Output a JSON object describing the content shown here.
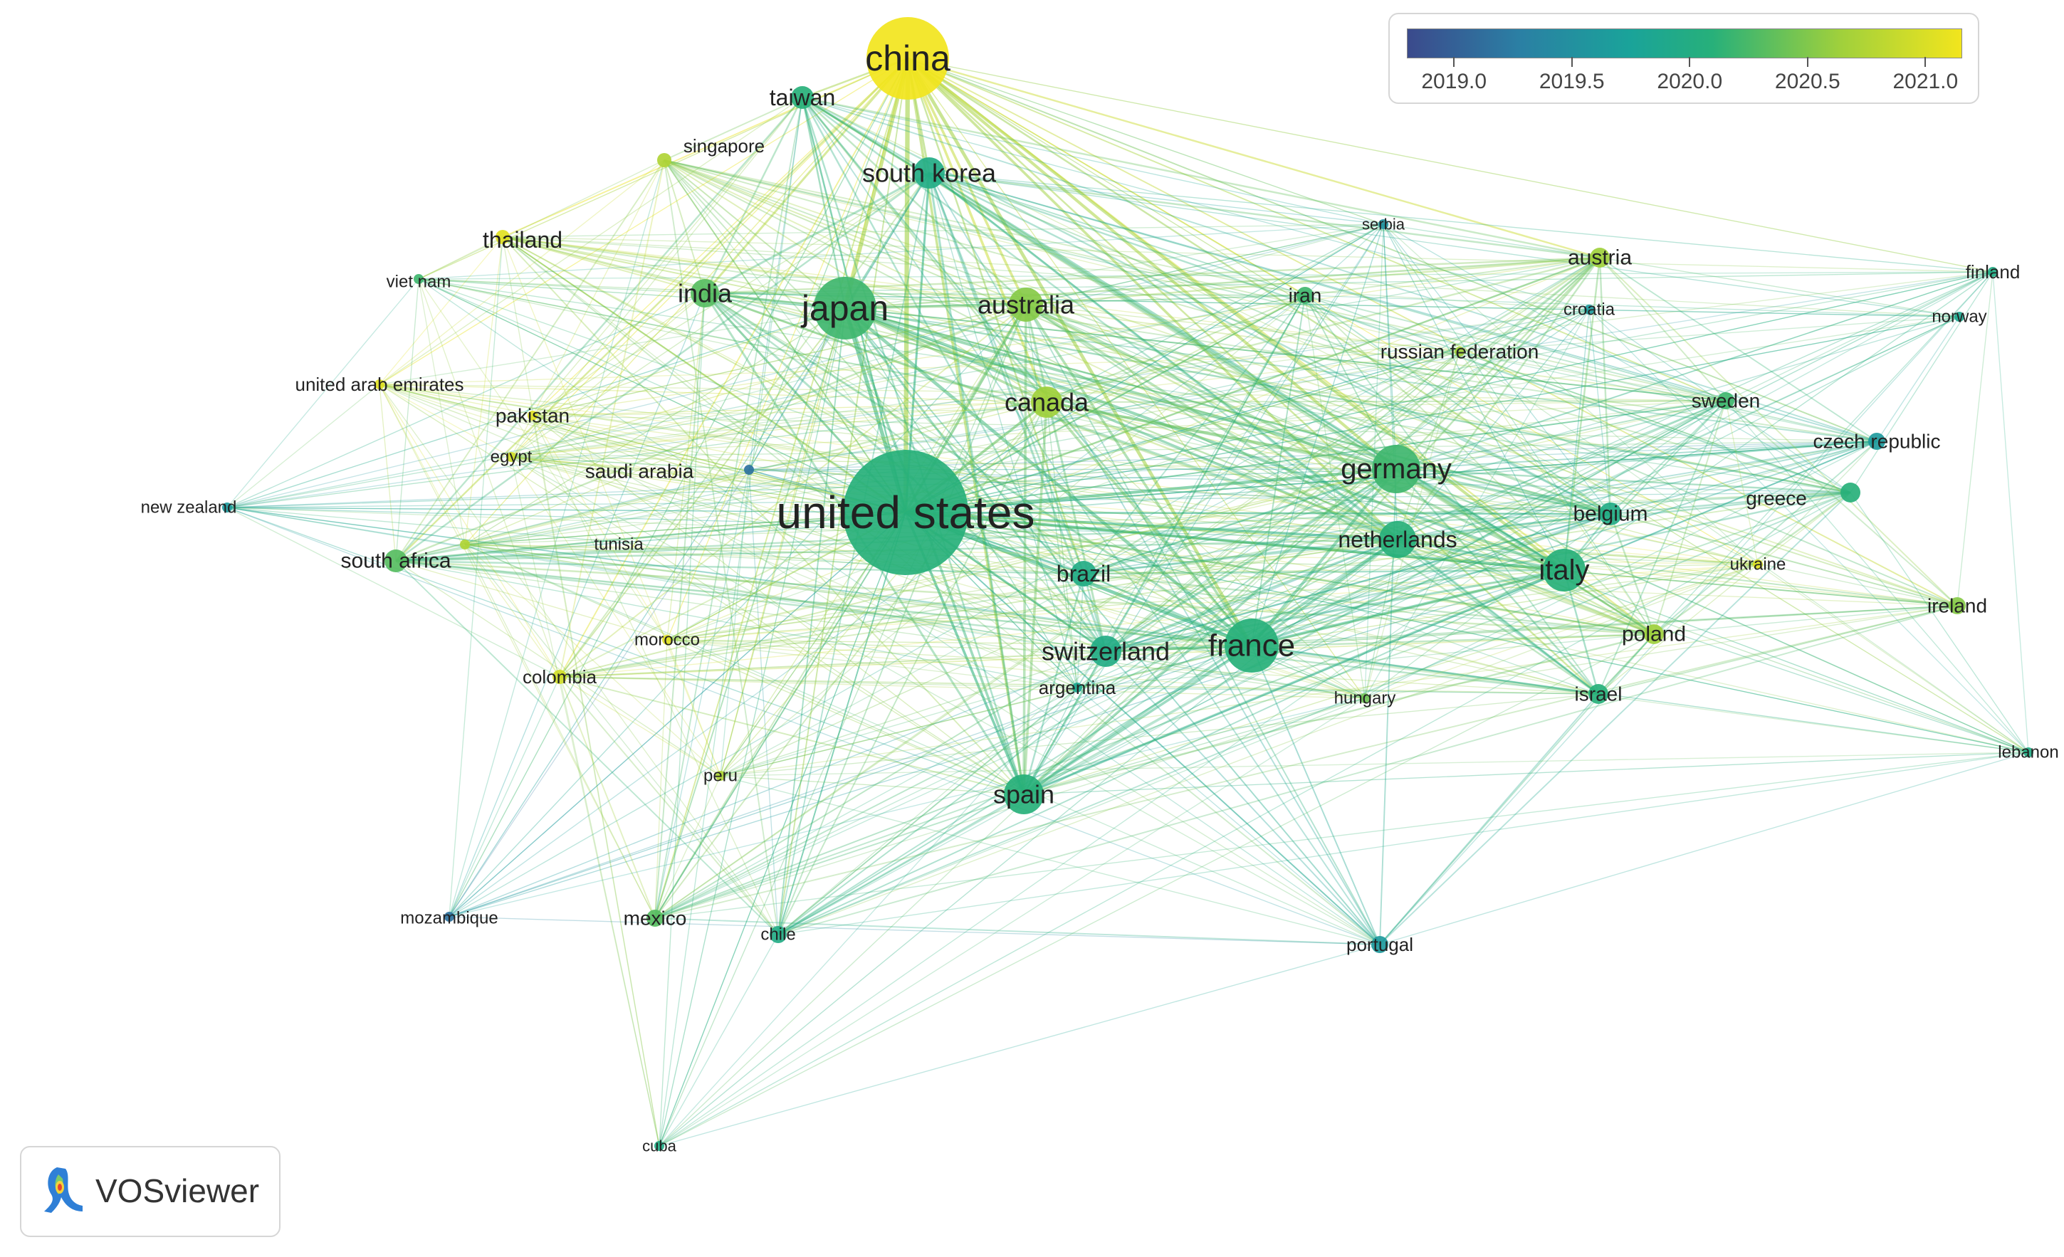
{
  "legend": {
    "ticks": [
      2019.0,
      2019.5,
      2020.0,
      2020.5,
      2021.0
    ],
    "tick_labels": [
      "2019.0",
      "2019.5",
      "2020.0",
      "2020.5",
      "2021.0"
    ],
    "range": [
      2018.8,
      2021.15
    ],
    "colors": [
      "#3b4a8c",
      "#2b7fa4",
      "#1aa39a",
      "#27b07a",
      "#9fd03c",
      "#f2e51d"
    ]
  },
  "brand": {
    "name": "VOSviewer"
  },
  "chart_data": {
    "type": "network",
    "color_metric": "average publication year",
    "nodes": [
      {
        "label": "china",
        "weight": 10,
        "year": 2021.0
      },
      {
        "label": "taiwan",
        "weight": 3,
        "year": 2020.0
      },
      {
        "label": "singapore",
        "weight": 2,
        "year": 2020.6
      },
      {
        "label": "south korea",
        "weight": 4,
        "year": 2019.9
      },
      {
        "label": "thailand",
        "weight": 2,
        "year": 2020.9
      },
      {
        "label": "viet nam",
        "weight": 1,
        "year": 2020.1
      },
      {
        "label": "india",
        "weight": 4,
        "year": 2020.2
      },
      {
        "label": "japan",
        "weight": 8,
        "year": 2020.1
      },
      {
        "label": "australia",
        "weight": 5,
        "year": 2020.4
      },
      {
        "label": "united arab emirates",
        "weight": 1,
        "year": 2020.9
      },
      {
        "label": "pakistan",
        "weight": 1,
        "year": 2020.9
      },
      {
        "label": "egypt",
        "weight": 1,
        "year": 2020.8
      },
      {
        "label": "saudi arabia",
        "weight": 1,
        "year": 2019.2
      },
      {
        "label": "new zealand",
        "weight": 1,
        "year": 2019.6
      },
      {
        "label": "united states",
        "weight": 16,
        "year": 2020.0
      },
      {
        "label": "south africa",
        "weight": 3,
        "year": 2020.2
      },
      {
        "label": "tunisia",
        "weight": 1,
        "year": 2020.6
      },
      {
        "label": "canada",
        "weight": 5,
        "year": 2020.5
      },
      {
        "label": "brazil",
        "weight": 3,
        "year": 2019.9
      },
      {
        "label": "morocco",
        "weight": 1,
        "year": 2020.9
      },
      {
        "label": "colombia",
        "weight": 2,
        "year": 2020.8
      },
      {
        "label": "switzerland",
        "weight": 4,
        "year": 2019.9
      },
      {
        "label": "argentina",
        "weight": 1,
        "year": 2019.8
      },
      {
        "label": "france",
        "weight": 7,
        "year": 2020.0
      },
      {
        "label": "peru",
        "weight": 1,
        "year": 2020.6
      },
      {
        "label": "spain",
        "weight": 5,
        "year": 2020.0
      },
      {
        "label": "mozambique",
        "weight": 1,
        "year": 2019.2
      },
      {
        "label": "mexico",
        "weight": 2,
        "year": 2020.2
      },
      {
        "label": "chile",
        "weight": 2,
        "year": 2019.9
      },
      {
        "label": "cuba",
        "weight": 1,
        "year": 2019.9
      },
      {
        "label": "portugal",
        "weight": 2,
        "year": 2019.6
      },
      {
        "label": "serbia",
        "weight": 1,
        "year": 2019.5
      },
      {
        "label": "iran",
        "weight": 2,
        "year": 2020.1
      },
      {
        "label": "russian federation",
        "weight": 1,
        "year": 2020.5
      },
      {
        "label": "germany",
        "weight": 6,
        "year": 2020.1
      },
      {
        "label": "netherlands",
        "weight": 5,
        "year": 2020.0
      },
      {
        "label": "belgium",
        "weight": 3,
        "year": 2019.9
      },
      {
        "label": "italy",
        "weight": 6,
        "year": 2020.0
      },
      {
        "label": "austria",
        "weight": 3,
        "year": 2020.5
      },
      {
        "label": "croatia",
        "weight": 1,
        "year": 2019.6
      },
      {
        "label": "sweden",
        "weight": 2,
        "year": 2020.1
      },
      {
        "label": "czech republic",
        "weight": 2,
        "year": 2019.6
      },
      {
        "label": "greece",
        "weight": 3,
        "year": 2020.0
      },
      {
        "label": "ukraine",
        "weight": 1,
        "year": 2020.9
      },
      {
        "label": "poland",
        "weight": 3,
        "year": 2020.5
      },
      {
        "label": "hungary",
        "weight": 1,
        "year": 2020.3
      },
      {
        "label": "israel",
        "weight": 3,
        "year": 2020.0
      },
      {
        "label": "ireland",
        "weight": 2,
        "year": 2020.4
      },
      {
        "label": "finland",
        "weight": 1,
        "year": 2019.9
      },
      {
        "label": "norway",
        "weight": 1,
        "year": 2019.8
      },
      {
        "label": "lebanon",
        "weight": 1,
        "year": 2019.9
      }
    ]
  }
}
